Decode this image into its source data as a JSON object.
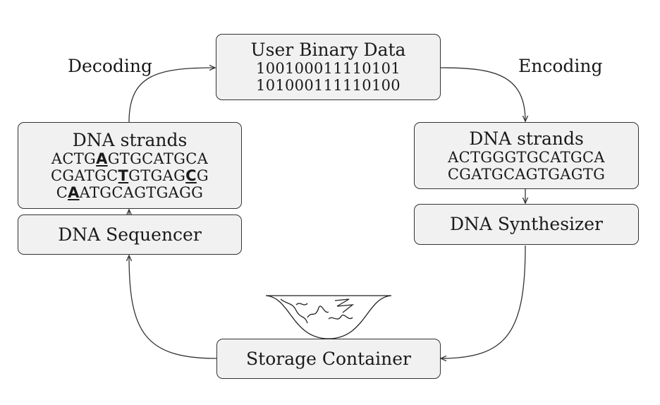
{
  "labels": {
    "decoding": "Decoding",
    "encoding": "Encoding"
  },
  "user_data": {
    "title": "User Binary Data",
    "lines": [
      "100100011110101",
      "101000111110100"
    ]
  },
  "encoded_strands": {
    "title": "DNA strands",
    "lines": [
      "ACTGGGTGCATGCA",
      "CGATGCAGTGAGTG"
    ]
  },
  "synthesizer": {
    "label": "DNA Synthesizer"
  },
  "storage": {
    "label": "Storage Container"
  },
  "sequencer": {
    "label": "DNA Sequencer"
  },
  "read_strands": {
    "title": "DNA strands",
    "lines": [
      {
        "pre": "ACTG",
        "err": "A",
        "post": "GTGCATGCA"
      },
      {
        "pre": "CGATGC",
        "err": "T",
        "mid": "GTGAG",
        "err2": "C",
        "post": "G"
      },
      {
        "pre": "C",
        "err": "A",
        "post": "ATGCAGTGAGG"
      }
    ]
  }
}
